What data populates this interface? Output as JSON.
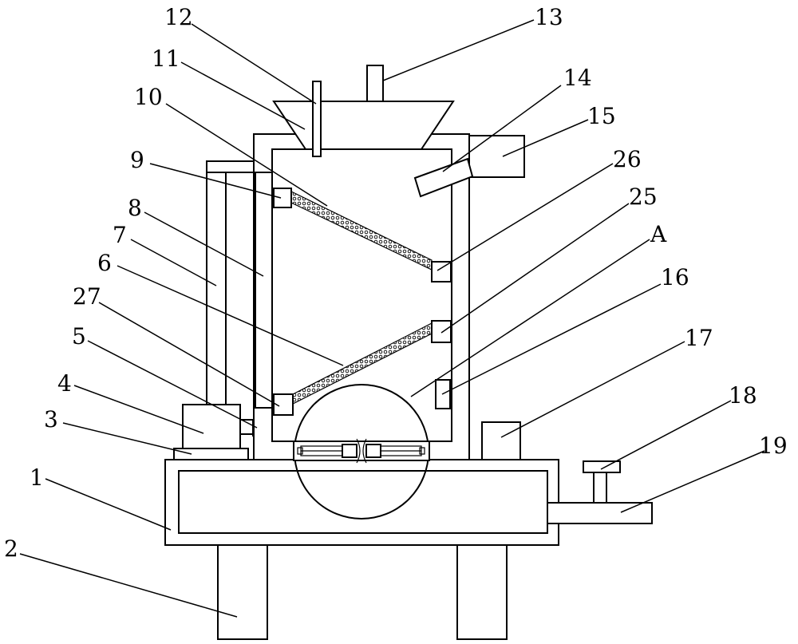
{
  "figure": {
    "labels": [
      {
        "id": "12",
        "text": "12"
      },
      {
        "id": "13",
        "text": "13"
      },
      {
        "id": "11",
        "text": "11"
      },
      {
        "id": "14",
        "text": "14"
      },
      {
        "id": "10",
        "text": "10"
      },
      {
        "id": "15",
        "text": "15"
      },
      {
        "id": "9",
        "text": "9"
      },
      {
        "id": "26",
        "text": "26"
      },
      {
        "id": "8",
        "text": "8"
      },
      {
        "id": "25",
        "text": "25"
      },
      {
        "id": "7",
        "text": "7"
      },
      {
        "id": "A",
        "text": "A"
      },
      {
        "id": "6",
        "text": "6"
      },
      {
        "id": "16",
        "text": "16"
      },
      {
        "id": "27",
        "text": "27"
      },
      {
        "id": "17",
        "text": "17"
      },
      {
        "id": "5",
        "text": "5"
      },
      {
        "id": "4",
        "text": "4"
      },
      {
        "id": "18",
        "text": "18"
      },
      {
        "id": "3",
        "text": "3"
      },
      {
        "id": "19",
        "text": "19"
      },
      {
        "id": "1",
        "text": "1"
      },
      {
        "id": "2",
        "text": "2"
      }
    ]
  }
}
